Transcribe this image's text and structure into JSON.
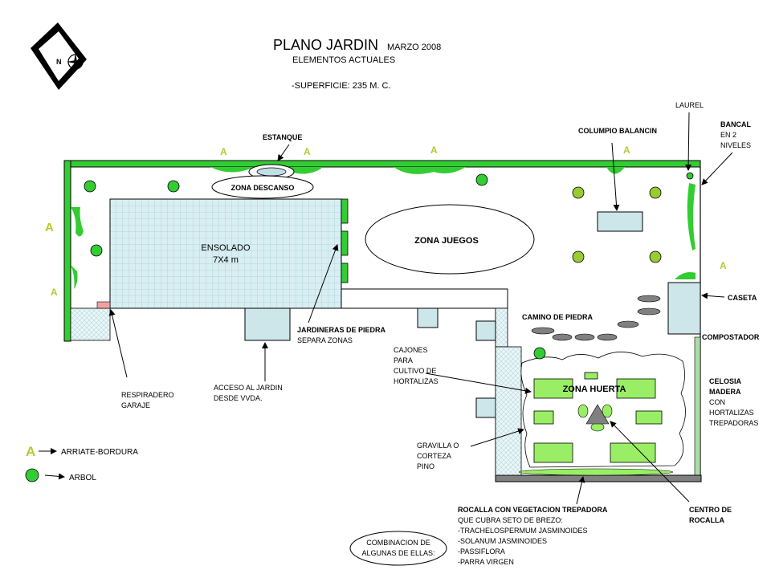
{
  "title": {
    "main": "PLANO JARDIN",
    "date": "MARZO 2008",
    "subtitle": "ELEMENTOS ACTUALES",
    "area": "-SUPERFICIE: 235 M. C."
  },
  "compass": {
    "letter": "N"
  },
  "zones": {
    "estanque": "ESTANQUE",
    "descanso": "ZONA DESCANSO",
    "ensolado_1": "ENSOLADO",
    "ensolado_2": "7X4 m",
    "juegos": "ZONA JUEGOS",
    "huerta": "ZONA HUERTA"
  },
  "labels": {
    "columpio": "COLUMPIO BALANCIN",
    "laurel": "LAUREL",
    "bancal_1": "BANCAL",
    "bancal_2": "EN 2",
    "bancal_3": "NIVELES",
    "caseta": "CASETA",
    "compostador": "COMPOSTADOR",
    "camino": "CAMINO DE PIEDRA",
    "jardineras_1": "JARDINERAS DE PIEDRA",
    "jardineras_2": "SEPARA ZONAS",
    "cajones_1": "CAJONES",
    "cajones_2": "PARA",
    "cajones_3": "CULTIVO DE",
    "cajones_4": "HORTALIZAS",
    "celosia_1": "CELOSIA",
    "celosia_2": "MADERA",
    "celosia_3": "CON",
    "celosia_4": "HORTALIZAS",
    "celosia_5": "TREPADORAS",
    "respiradero_1": "RESPIRADERO",
    "respiradero_2": "GARAJE",
    "acceso_1": "ACCESO AL JARDIN",
    "acceso_2": "DESDE  VVDA.",
    "gravilla_1": "GRAVILLA O",
    "gravilla_2": "CORTEZA",
    "gravilla_3": "PINO",
    "rocalla_1": "ROCALLA CON VEGETACION TREPADORA",
    "rocalla_2": "QUE CUBRA SETO DE BREZO:",
    "rocalla_3": "-TRACHELOSPERMUM JASMINOIDES",
    "rocalla_4": "-SOLANUM JASMINOIDES",
    "rocalla_5": "-PASSIFLORA",
    "rocalla_6": "-PARRA VIRGEN",
    "combinacion_1": "COMBINACION DE",
    "combinacion_2": "ALGUNAS DE ELLAS:",
    "centro_1": "CENTRO DE",
    "centro_2": "ROCALLA"
  },
  "bed_marker": "A",
  "legend": {
    "letter": "A",
    "arriate": "ARRIATE-BORDURA",
    "arbol": "ARBOL"
  },
  "colors": {
    "border_green": "#33cc33",
    "tree_green": "#33cc33",
    "light_green": "#99cc33",
    "paving_blue": "#cce6ea",
    "water_blue": "#bfe0e6",
    "stone_gray": "#808080",
    "marker_yellow": "#b8c832"
  }
}
